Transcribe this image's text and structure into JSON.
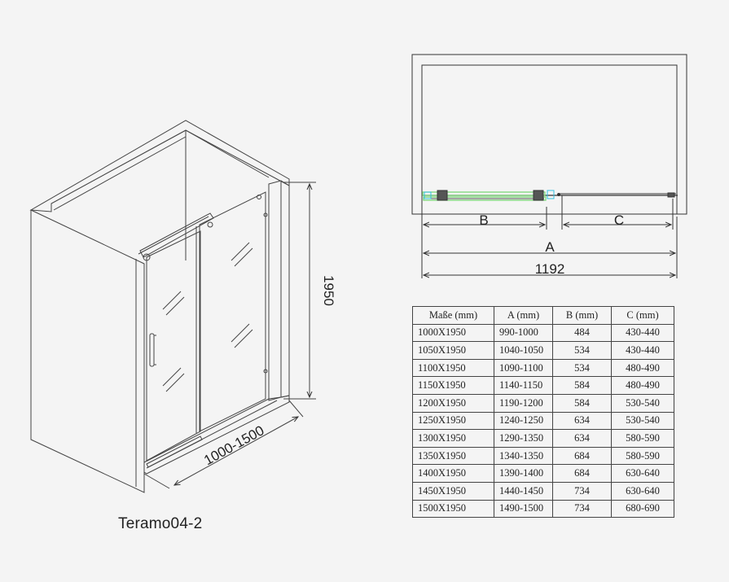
{
  "perspective": {
    "height_label": "1950",
    "width_label": "1000-1500"
  },
  "plan": {
    "label_b": "B",
    "label_c": "C",
    "label_a": "A",
    "label_total": "1192"
  },
  "caption": "Teramo04-2",
  "table": {
    "headers": [
      "Maße (mm)",
      "A (mm)",
      "B (mm)",
      "C (mm)"
    ],
    "rows": [
      [
        "1000X1950",
        "990-1000",
        "484",
        "430-440"
      ],
      [
        "1050X1950",
        "1040-1050",
        "534",
        "430-440"
      ],
      [
        "1100X1950",
        "1090-1100",
        "534",
        "480-490"
      ],
      [
        "1150X1950",
        "1140-1150",
        "584",
        "480-490"
      ],
      [
        "1200X1950",
        "1190-1200",
        "584",
        "530-540"
      ],
      [
        "1250X1950",
        "1240-1250",
        "634",
        "530-540"
      ],
      [
        "1300X1950",
        "1290-1350",
        "634",
        "580-590"
      ],
      [
        "1350X1950",
        "1340-1350",
        "684",
        "580-590"
      ],
      [
        "1400X1950",
        "1390-1400",
        "684",
        "630-640"
      ],
      [
        "1450X1950",
        "1440-1450",
        "734",
        "630-640"
      ],
      [
        "1500X1950",
        "1490-1500",
        "734",
        "680-690"
      ]
    ]
  },
  "colors": {
    "line": "#333333",
    "glass_highlight": "#7dd87a",
    "accent_cyan": "#33c0e0"
  }
}
